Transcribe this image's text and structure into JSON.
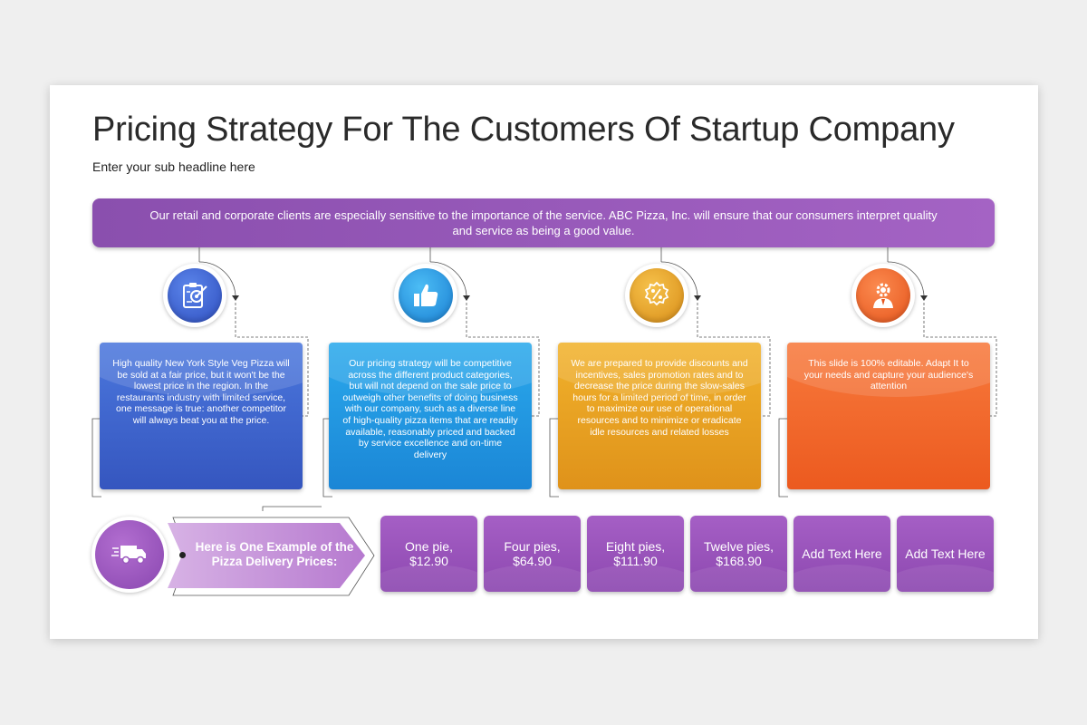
{
  "slide": {
    "title": "Pricing Strategy For The Customers Of Startup Company",
    "subtitle": "Enter your sub headline here",
    "banner": "Our retail and corporate clients are especially sensitive to the importance of the service. ABC Pizza, Inc. will ensure that our consumers interpret quality and service as being a good value."
  },
  "cards": [
    {
      "icon": "target-clipboard-icon",
      "color_top": "#4b77dd",
      "color_bottom": "#3556bf",
      "icon_color": "#3f5fcf",
      "text": "High quality New York Style Veg Pizza will be sold at a fair price, but it won't be the lowest price in the region. In the restaurants industry with limited service, one message is true: another competitor will always beat you at the price."
    },
    {
      "icon": "thumbs-up-icon",
      "color_top": "#2aa9ec",
      "color_bottom": "#1b86d6",
      "icon_color": "#1f8fde",
      "text": "Our pricing strategy will be competitive across the different product categories, but will not depend on the sale price to outweigh other benefits of doing business with our company, such as a diverse line of high-quality pizza items that are readily available, reasonably priced and backed by service excellence and on-time delivery"
    },
    {
      "icon": "percent-badge-icon",
      "color_top": "#f1b22c",
      "color_bottom": "#df921a",
      "icon_color": "#e29a1c",
      "text": "We are prepared to provide discounts and incentives, sales promotion rates and to decrease the price during the slow-sales hours for a limited period of time, in order to maximize our use of operational resources and to minimize or eradicate idle resources and related losses"
    },
    {
      "icon": "gear-person-icon",
      "color_top": "#f7793c",
      "color_bottom": "#ec5a1f",
      "icon_color": "#ee6227",
      "text": "This slide is 100% editable. Adapt It to your needs and capture your audience's attention"
    }
  ],
  "delivery": {
    "icon": "delivery-truck-icon",
    "label": "Here is One Example of the Pizza Delivery Prices:",
    "prices": [
      "One pie, $12.90",
      "Four pies, $64.90",
      "Eight pies, $111.90",
      "Twelve pies, $168.90",
      "Add Text Here",
      "Add Text Here"
    ]
  },
  "colors": {
    "purple": "#9a58bd",
    "arrow_light": "#c79ad9"
  }
}
